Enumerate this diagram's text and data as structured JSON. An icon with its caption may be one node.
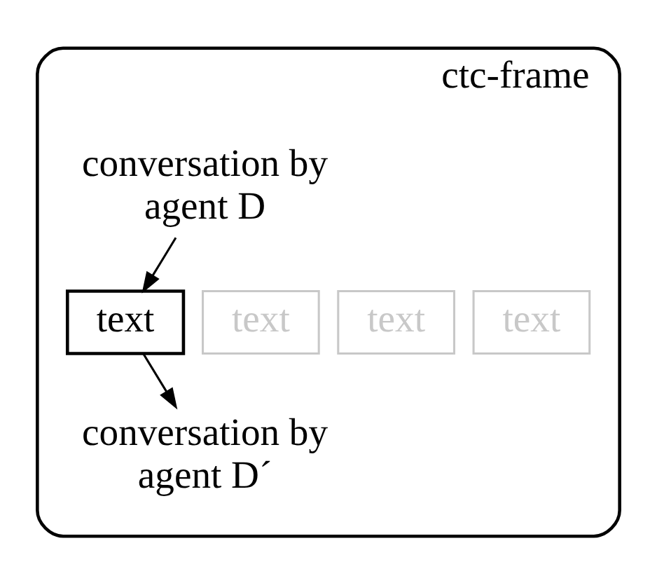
{
  "diagram": {
    "nodes": [
      {
        "text": [
          "ctc-frame"
        ]
      },
      {
        "text": [
          "conversation by agent D"
        ],
        "in": 0
      },
      {
        "text": [
          "text"
        ],
        "in": 0
      },
      {
        "text": [
          "text"
        ],
        "in": 0
      },
      {
        "text": [
          "text"
        ],
        "in": 0
      },
      {
        "text": [
          "text"
        ],
        "in": 0
      },
      {
        "text": [
          "conversation by agent D´"
        ],
        "in": 0
      }
    ],
    "edges": [
      {
        "from": 1,
        "to": 2,
        "arrow": "to"
      },
      {
        "from": 2,
        "to": 6,
        "arrow": "to"
      }
    ]
  }
}
